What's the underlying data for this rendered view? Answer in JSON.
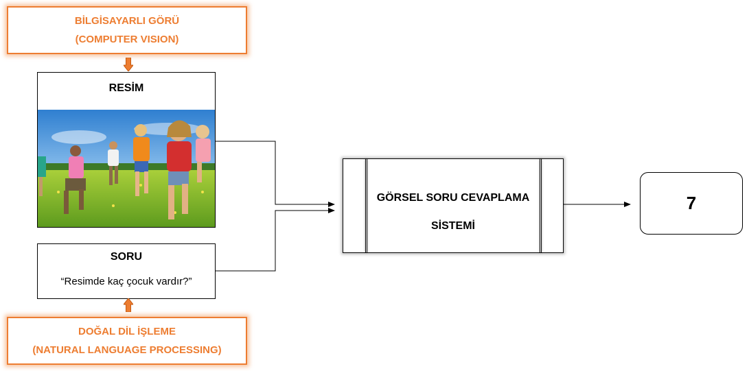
{
  "computer_vision": {
    "line1": "BİLGİSAYARLI GÖRÜ",
    "line2": "(COMPUTER VISION)"
  },
  "image_block": {
    "title": "RESİM"
  },
  "question_block": {
    "title": "SORU",
    "text": "“Resimde  kaç çocuk vardır?”"
  },
  "nlp": {
    "line1": "DOĞAL DİL İŞLEME",
    "line2": "(NATURAL LANGUAGE PROCESSING)"
  },
  "vqa_system": {
    "line1": "GÖRSEL SORU CEVAPLAMA",
    "line2": "SİSTEMİ"
  },
  "answer": {
    "value": "7"
  },
  "colors": {
    "accent_orange": "#ED7D31",
    "glow_orange": "#F4B183",
    "line": "#000000"
  }
}
